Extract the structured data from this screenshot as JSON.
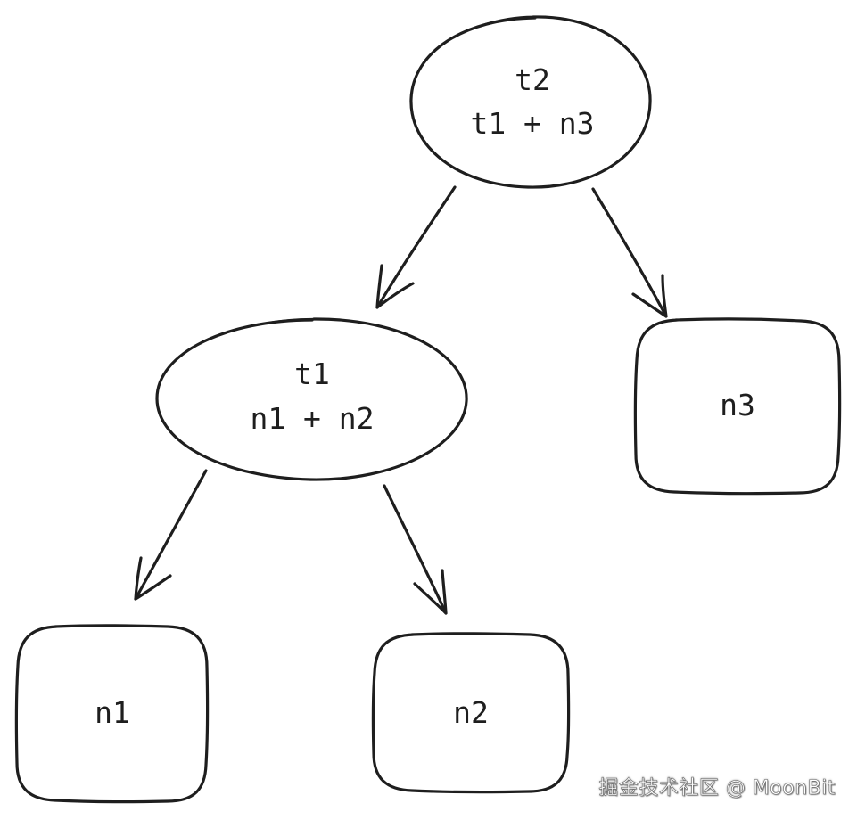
{
  "nodes": {
    "t2": {
      "line1": "t2",
      "line2": "t1 + n3"
    },
    "t1": {
      "line1": "t1",
      "line2": "n1 + n2"
    },
    "n3": {
      "label": "n3"
    },
    "n1": {
      "label": "n1"
    },
    "n2": {
      "label": "n2"
    }
  },
  "watermark": "掘金技术社区 @ MoonBit",
  "colors": {
    "ink": "#1e1e1e",
    "background": "#ffffff"
  }
}
